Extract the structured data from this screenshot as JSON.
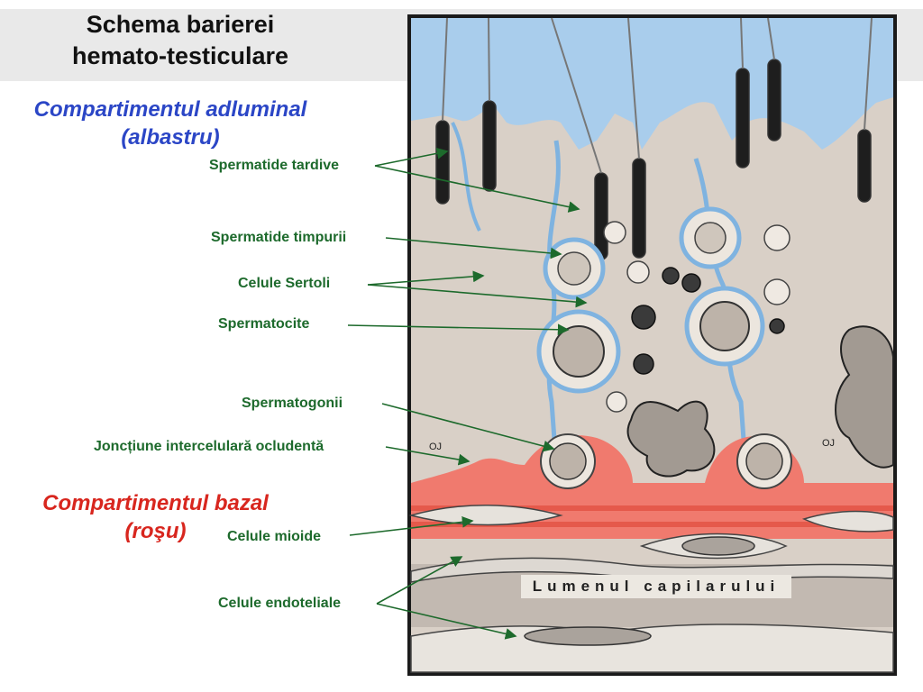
{
  "title": {
    "line1": "Schema  barierei",
    "line2": "hemato-testiculare"
  },
  "compartments": {
    "adluminal": {
      "line1": "Compartimentul adluminal",
      "line2": "(albastru)",
      "color": "#2b46c6"
    },
    "bazal": {
      "line1": "Compartimentul bazal",
      "line2": "(roşu)",
      "color": "#d8261e"
    }
  },
  "labels": {
    "spermatide_tardive": "Spermatide tardive",
    "spermatide_timpurii": "Spermatide timpurii",
    "celule_sertoli": "Celule Sertoli",
    "spermatocite": "Spermatocite",
    "spermatogonii": "Spermatogonii",
    "jonctiune": "Joncțiune intercelulară ocludentă",
    "celule_mioide": "Celule mioide",
    "celule_endoteliale": "Celule endoteliale"
  },
  "diagram": {
    "lumen_label": "Lumenul capilarului",
    "oj_left": "OJ",
    "oj_right": "OJ"
  },
  "colors": {
    "label_green": "#1d6a2c",
    "adluminal_blue": "#a9cdec",
    "basal_red": "#f07a6e",
    "sertoli_tissue": "#d9d0c7"
  }
}
